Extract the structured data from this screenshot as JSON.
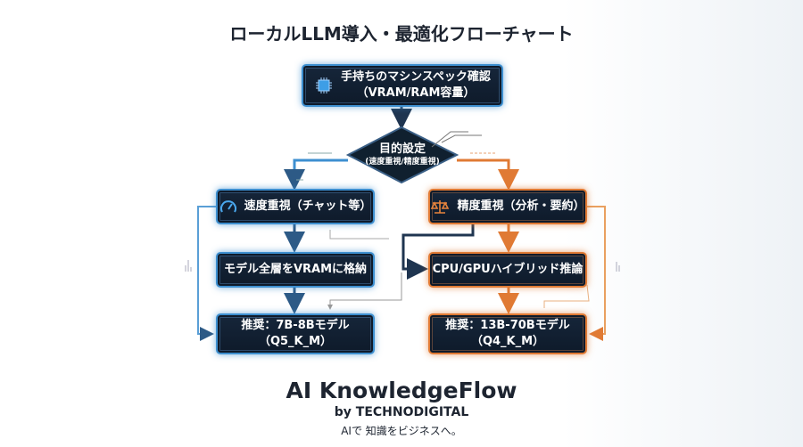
{
  "title": "ローカルLLM導入・最適化フローチャート",
  "start": {
    "line1": "手持ちのマシンスペック確認",
    "line2": "（VRAM/RAM容量）",
    "icon": "chip-icon"
  },
  "decision": {
    "line1": "目的設定",
    "line2": "(速度重視/精度重視)"
  },
  "left_branch": {
    "color": "#3d8fd0",
    "step1": {
      "label": "速度重視（チャット等）",
      "icon": "speedometer-icon"
    },
    "step2": {
      "label": "モデル全層をVRAMに格納"
    },
    "result": {
      "line1": "推奨：7B-8Bモデル",
      "line2": "（Q5_K_M）"
    }
  },
  "right_branch": {
    "color": "#e07a34",
    "step1": {
      "label": "精度重視（分析・要約）",
      "icon": "balance-scale-icon"
    },
    "step2": {
      "label": "CPU/GPUハイブリッド推論"
    },
    "result": {
      "line1": "推奨：13B-70Bモデル",
      "line2": "（Q4_K_M）"
    }
  },
  "footer": {
    "brand": "AI KnowledgeFlow",
    "by": "by TECHNODIGITAL",
    "tagline": "AIで 知識をビジネスへ。"
  }
}
